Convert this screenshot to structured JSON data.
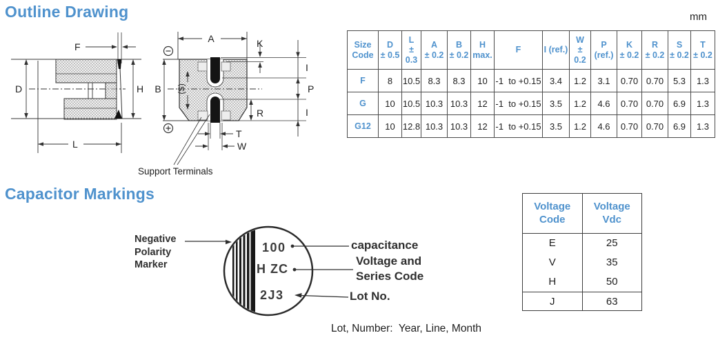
{
  "titles": {
    "outline": "Outline Drawing",
    "markings": "Capacitor Markings"
  },
  "unit_label": "mm",
  "colors": {
    "accent_blue": "#4f92cd",
    "line": "#333333",
    "terminal_black": "#141414"
  },
  "dimensions_table": {
    "headers": [
      "Size Code",
      "D\n± 0.5",
      "L\n±\n0.3",
      "A\n± 0.2",
      "B\n± 0.2",
      "H\nmax.",
      "F",
      "I (ref.)",
      "W\n±\n0.2",
      "P\n(ref.)",
      "K\n± 0.2",
      "R\n± 0.2",
      "S\n± 0.2",
      "T\n± 0.2"
    ],
    "rows": [
      {
        "size_code": "F",
        "values": [
          "8",
          "10.5",
          "8.3",
          "8.3",
          "10",
          "-1  to +0.15",
          "3.4",
          "1.2",
          "3.1",
          "0.70",
          "0.70",
          "5.3",
          "1.3"
        ]
      },
      {
        "size_code": "G",
        "values": [
          "10",
          "10.5",
          "10.3",
          "10.3",
          "12",
          "-1  to +0.15",
          "3.5",
          "1.2",
          "4.6",
          "0.70",
          "0.70",
          "6.9",
          "1.3"
        ]
      },
      {
        "size_code": "G12",
        "values": [
          "10",
          "12.8",
          "10.3",
          "10.3",
          "12",
          "-1  to +0.15",
          "3.5",
          "1.2",
          "4.6",
          "0.70",
          "0.70",
          "6.9",
          "1.3"
        ]
      }
    ]
  },
  "side_view": {
    "labels": {
      "f": "F",
      "d": "D",
      "h": "H",
      "l": "L"
    }
  },
  "bottom_view": {
    "labels": {
      "a": "A",
      "k": "K",
      "b": "B",
      "i_top": "I",
      "p": "P",
      "i_bottom": "I",
      "r": "R",
      "s": "(S)",
      "t": "T",
      "w": "W"
    },
    "support_terminals": "Support Terminals"
  },
  "markings": {
    "negative_marker": "Negative\nPolarity\nMarker",
    "cap_text": [
      "100",
      "H ZC",
      "2J3"
    ],
    "callout_capacitance": "capacitance",
    "callout_voltage_series": "Voltage and\nSeries Code",
    "callout_lot": "Lot No.",
    "lot_note": "Lot, Number:  Year, Line, Month"
  },
  "voltage_table": {
    "headers": [
      "Voltage\nCode",
      "Voltage\nVdc"
    ],
    "rows": [
      [
        "E",
        "25"
      ],
      [
        "V",
        "35"
      ],
      [
        "H",
        "50"
      ],
      [
        "J",
        "63"
      ]
    ]
  }
}
